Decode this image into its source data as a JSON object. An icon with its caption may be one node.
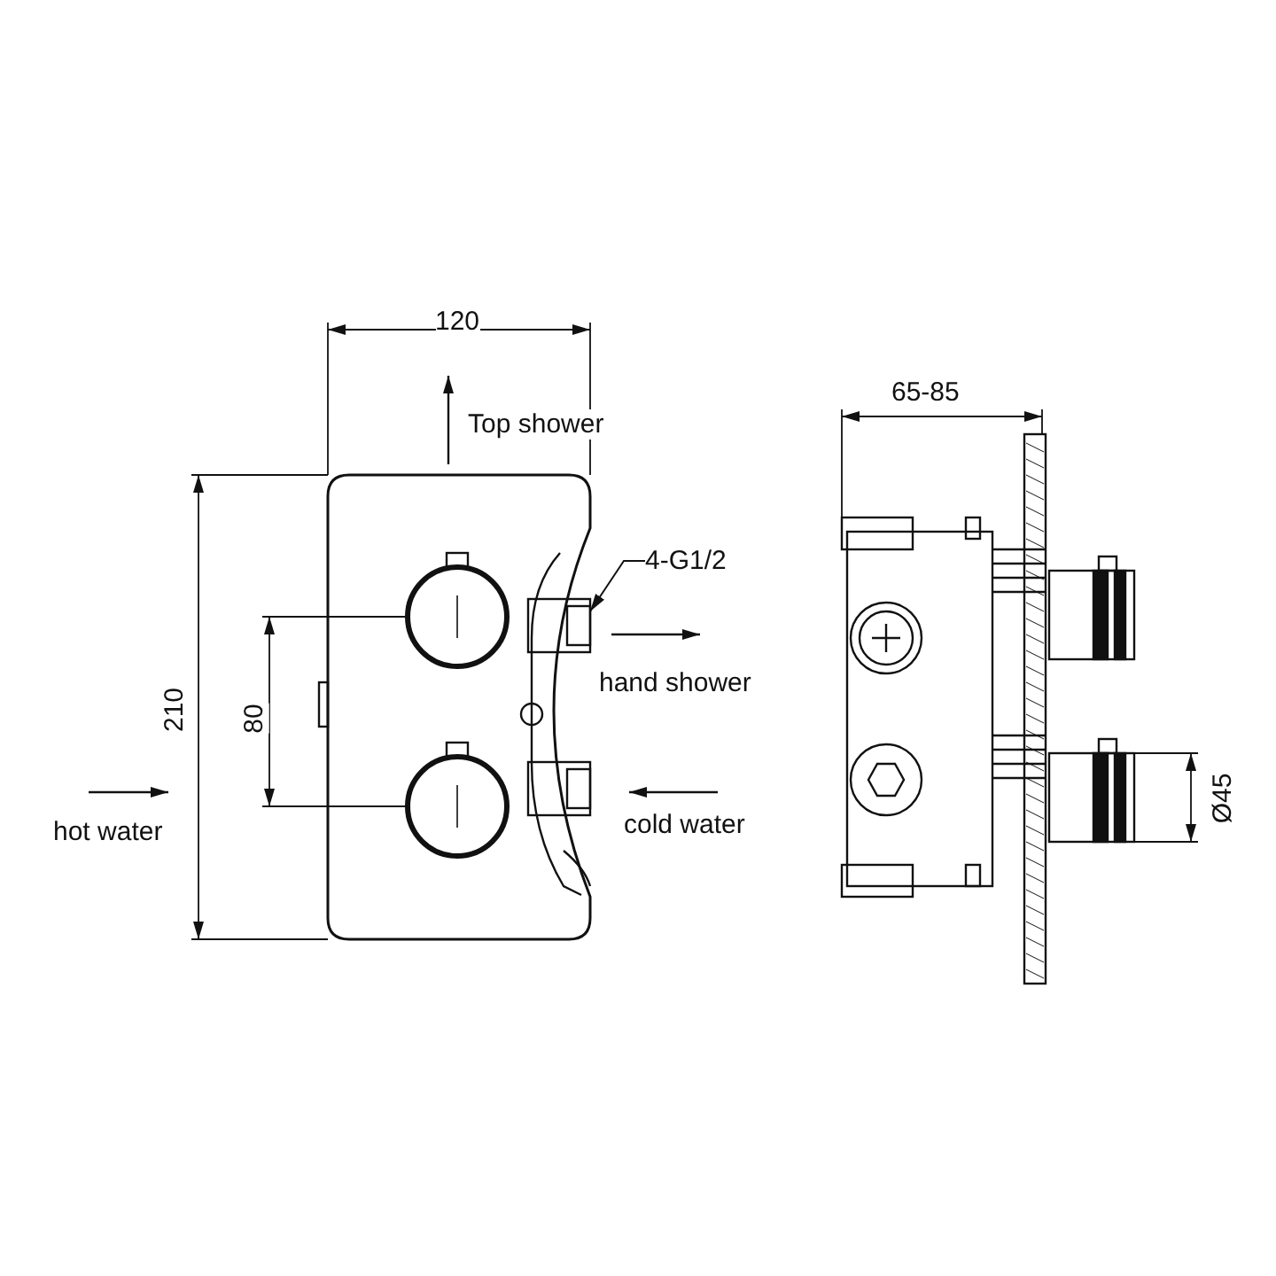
{
  "diagram": {
    "nodes": [
      {
        "text": [
          "4-G1/2"
        ]
      },
      {
        "text": [],
        "shape": "box"
      }
    ],
    "edges": [
      {
        "from": 0,
        "to": 1,
        "arrow": "to"
      }
    ],
    "labels": [
      "120",
      "Top shower",
      "65-85",
      "210",
      "80",
      "hand shower",
      "Ø45",
      "hot water",
      "cold water"
    ]
  }
}
